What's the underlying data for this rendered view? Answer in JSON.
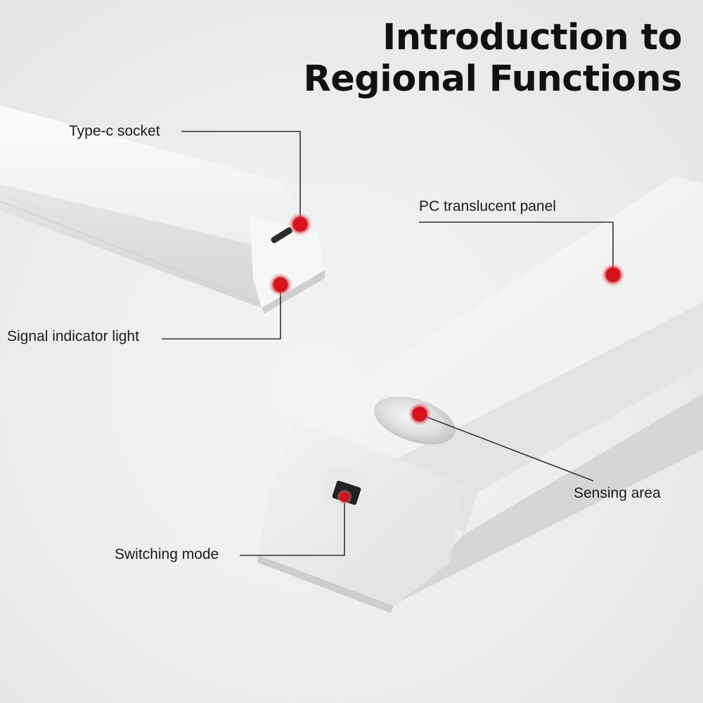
{
  "title": {
    "line1": "Introduction to",
    "line2": "Regional Functions"
  },
  "callouts": {
    "type_c_socket": "Type-c socket",
    "signal_indicator_light": "Signal indicator light",
    "pc_translucent_panel": "PC translucent panel",
    "sensing_area": "Sensing area",
    "switching_mode": "Switching mode"
  },
  "colors": {
    "marker": "#d8101e",
    "leader_line": "#333333",
    "title_text": "#111111"
  }
}
